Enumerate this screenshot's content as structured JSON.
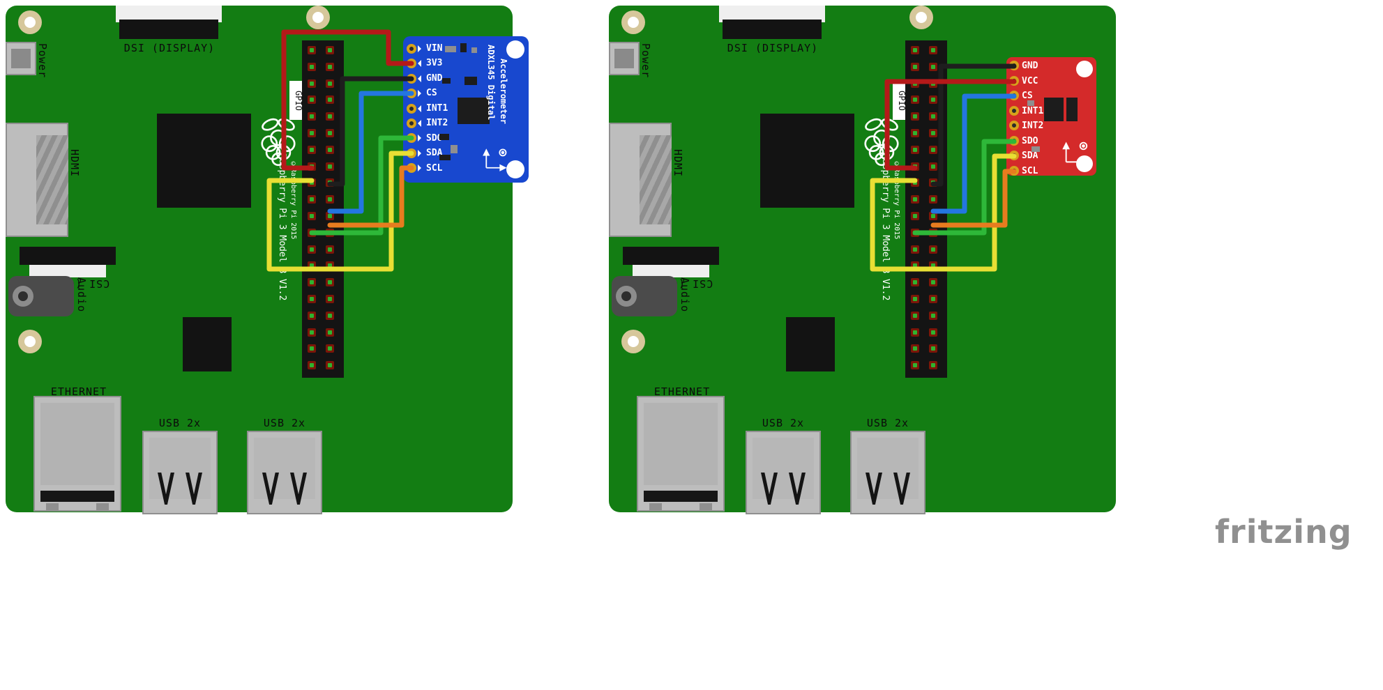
{
  "watermark": {
    "label": "fritzing"
  },
  "pi_board": {
    "power_label": "Power",
    "dsi_label": "DSI (DISPLAY)",
    "hdmi_label": "HDMI",
    "gpio_label": "GPIO",
    "board_name": "Raspberry Pi 3 Model B V1.2",
    "copyright": "©Raspberry Pi 2015",
    "csi_label": "CSI (CAMERA)",
    "audio_label": "Audio",
    "ethernet_label": "ETHERNET",
    "usb_label": "USB 2x"
  },
  "adafruit_adxl345": {
    "title_line1": "ADXL345 Digital",
    "title_line2": "Accelerometer",
    "board_color": "#1848cf",
    "pins": [
      "VIN",
      "3V3",
      "GND",
      "CS",
      "INT1",
      "INT2",
      "SDO",
      "SDA",
      "SCL"
    ]
  },
  "sparkfun_adxl345": {
    "board_color": "#d42a2a",
    "pins": [
      "GND",
      "VCC",
      "CS",
      "INT1",
      "INT2",
      "SDO",
      "SDA",
      "SCL"
    ]
  },
  "wire_colors": {
    "red": "#b51919",
    "black": "#1e1e1e",
    "blue": "#2476e0",
    "green": "#2eb839",
    "yellow": "#e8df34",
    "orange": "#e77c1f"
  },
  "pi_board_color": "#137d13"
}
